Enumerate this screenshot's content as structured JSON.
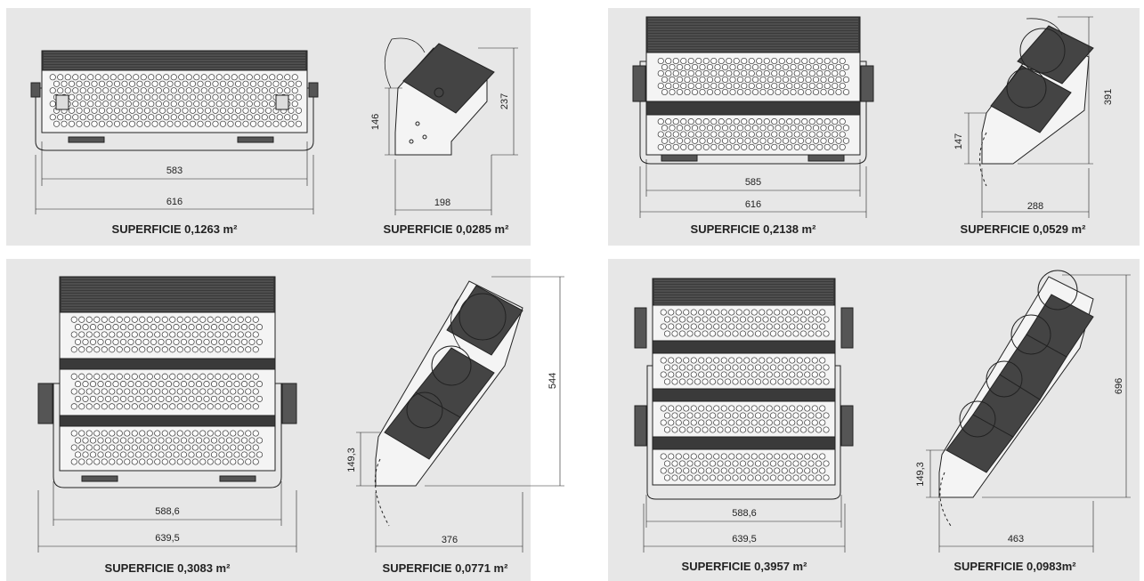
{
  "panels": [
    {
      "front": {
        "inner_width": "583",
        "outer_width": "616",
        "label": "SUPERFICIE 0,1263 m²"
      },
      "side": {
        "height": "146",
        "total_height": "237",
        "depth": "198",
        "label": "SUPERFICIE 0,0285 m²"
      }
    },
    {
      "front": {
        "inner_width": "585",
        "outer_width": "616",
        "label": "SUPERFICIE 0,2138 m²"
      },
      "side": {
        "height": "147",
        "total_height": "391",
        "depth": "288",
        "label": "SUPERFICIE 0,0529 m²"
      }
    },
    {
      "front": {
        "inner_width": "588,6",
        "outer_width": "639,5",
        "label": "SUPERFICIE 0,3083 m²"
      },
      "side": {
        "height": "149,3",
        "total_height": "544",
        "depth": "376",
        "label": "SUPERFICIE 0,0771 m²"
      }
    },
    {
      "front": {
        "inner_width": "588,6",
        "outer_width": "639,5",
        "label": "SUPERFICIE 0,3957 m²"
      },
      "side": {
        "height": "149,3",
        "total_height": "696",
        "depth": "463",
        "label": "SUPERFICIE 0,0983m²"
      }
    }
  ],
  "colors": {
    "panel_bg": "#e7e7e7",
    "line": "#222222",
    "led_fill": "#ffffff"
  }
}
